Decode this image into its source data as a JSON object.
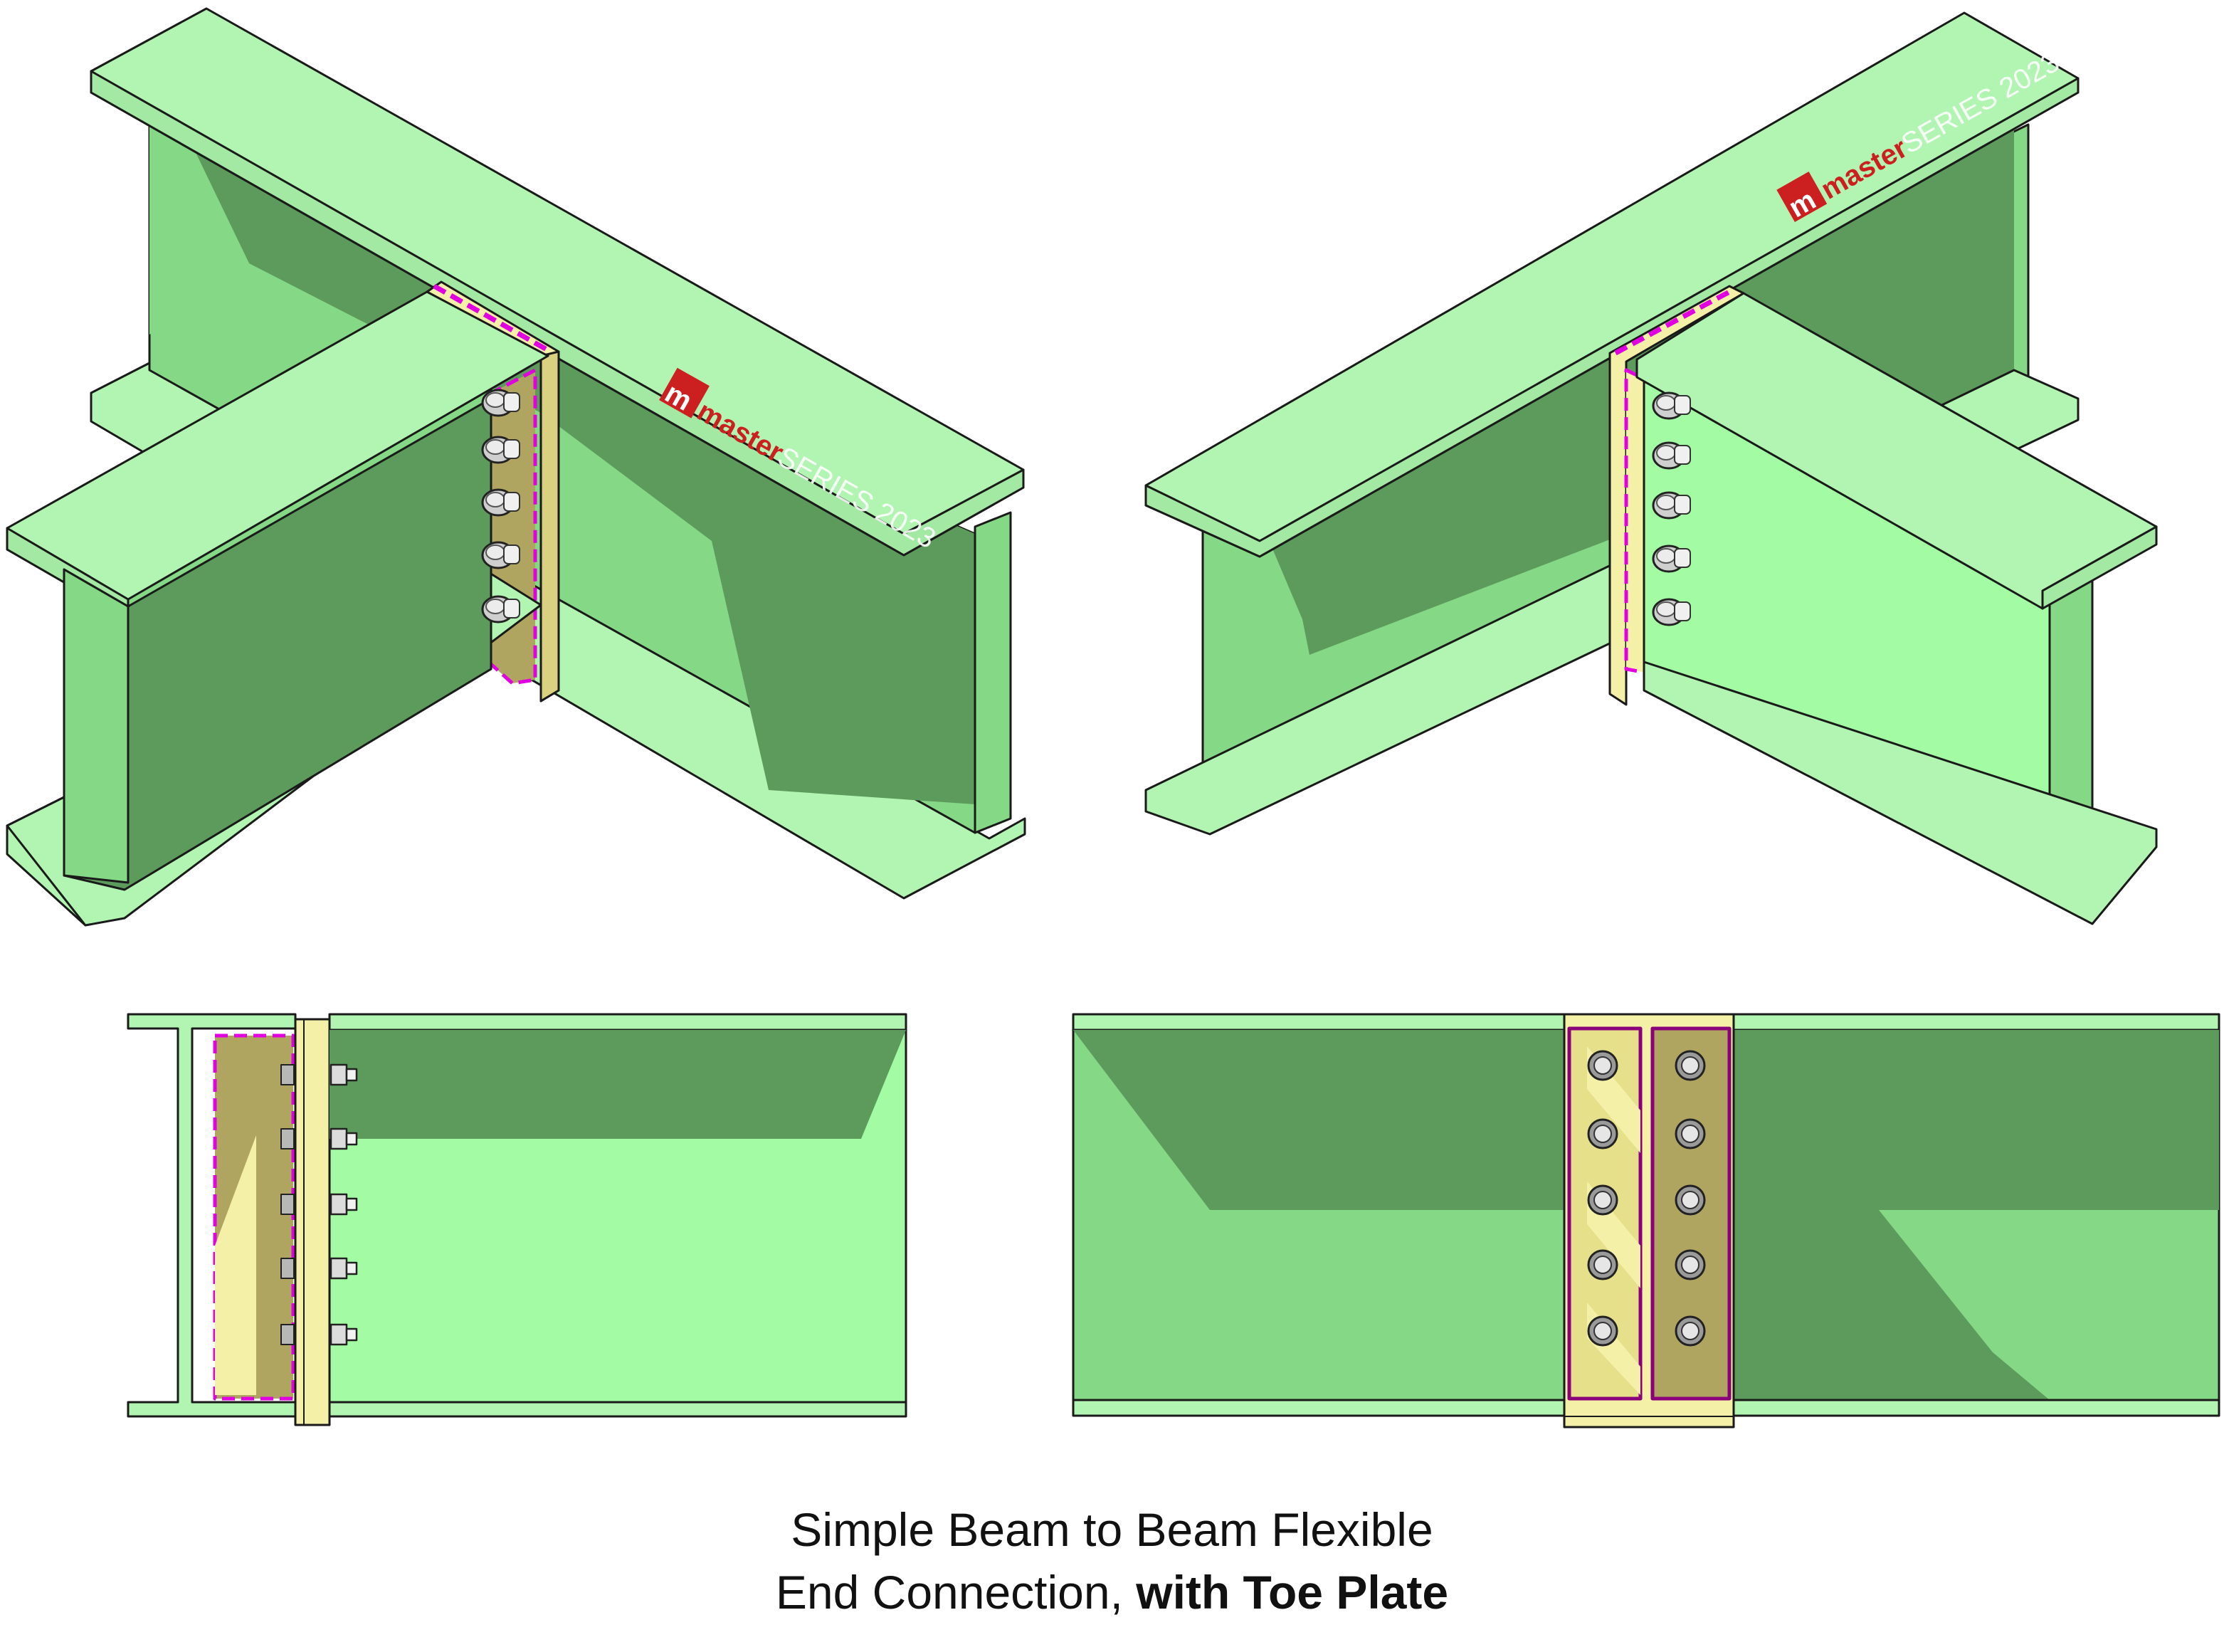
{
  "caption": {
    "line1": "Simple Beam to Beam Flexible",
    "line2_regular": "End Connection, ",
    "line2_bold": "with Toe Plate"
  },
  "watermark": {
    "letter": "m",
    "bold_part": "master",
    "light_part": "SERIES 2023"
  },
  "colors": {
    "steel_light": "#b2f5b2",
    "steel_mid": "#85d885",
    "steel_web": "#a3fba3",
    "steel_shadow": "#5c9b5c",
    "plate": "#f5f0a8",
    "plate_dark": "#b0a560",
    "weld": "#e000e0",
    "logo_red": "#cc2020",
    "bolt": "#d8d8d8"
  }
}
